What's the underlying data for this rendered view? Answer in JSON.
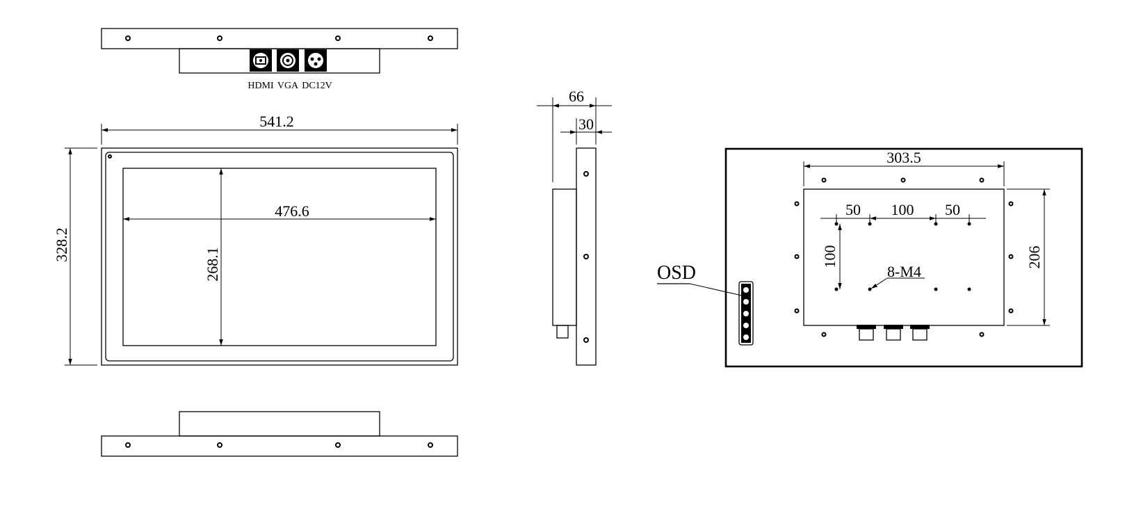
{
  "top_view": {
    "port_labels": [
      "HDMI",
      "VGA",
      "DC12V"
    ]
  },
  "front_view": {
    "outer_width": "541.2",
    "outer_height": "328.2",
    "active_width": "476.6",
    "active_height": "268.1"
  },
  "side_view": {
    "total_depth": "66",
    "frame_depth": "30"
  },
  "rear_view": {
    "outer_hole_span": "303.5",
    "inner_hole_spacing_left": "50",
    "inner_hole_spacing_mid": "100",
    "inner_hole_spacing_right": "50",
    "inner_hole_vertical": "100",
    "panel_height": "206",
    "screw_spec": "8-M4",
    "osd_label": "OSD"
  }
}
